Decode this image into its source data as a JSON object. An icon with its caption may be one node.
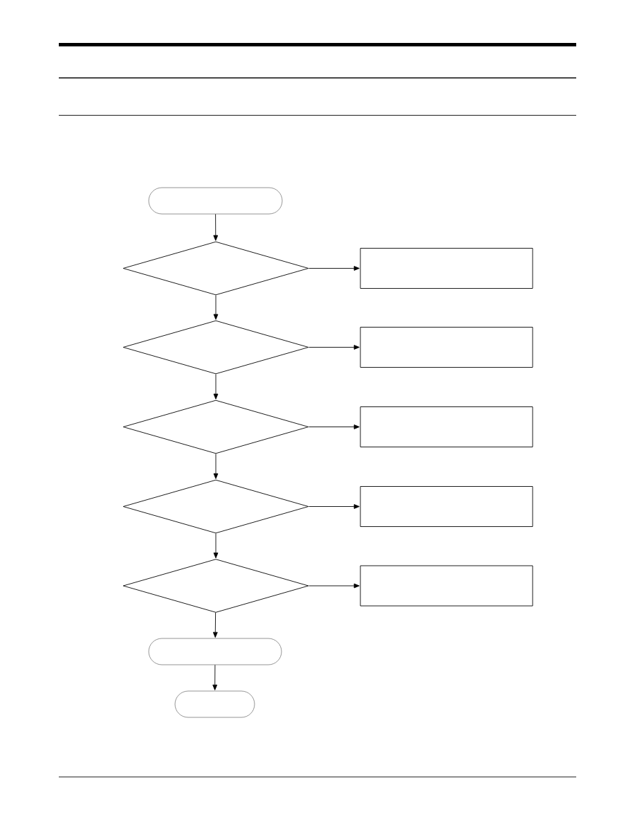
{
  "diagram": {
    "nodes": [
      {
        "text": [],
        "shape": "stadium"
      },
      {
        "text": [],
        "shape": "diamond"
      },
      {
        "text": [],
        "shape": "box"
      },
      {
        "text": [],
        "shape": "diamond"
      },
      {
        "text": [],
        "shape": "box"
      },
      {
        "text": [],
        "shape": "diamond"
      },
      {
        "text": [],
        "shape": "box"
      },
      {
        "text": [],
        "shape": "diamond"
      },
      {
        "text": [],
        "shape": "box"
      },
      {
        "text": [],
        "shape": "diamond"
      },
      {
        "text": [],
        "shape": "box"
      },
      {
        "text": [],
        "shape": "stadium"
      },
      {
        "text": [],
        "shape": "stadium"
      }
    ],
    "edges": [
      {
        "from": 0,
        "to": 1,
        "arrow": "to"
      },
      {
        "from": 1,
        "to": 2,
        "arrow": "to"
      },
      {
        "from": 1,
        "to": 3,
        "arrow": "to"
      },
      {
        "from": 3,
        "to": 4,
        "arrow": "to"
      },
      {
        "from": 3,
        "to": 5,
        "arrow": "to"
      },
      {
        "from": 5,
        "to": 6,
        "arrow": "to"
      },
      {
        "from": 5,
        "to": 7,
        "arrow": "to"
      },
      {
        "from": 7,
        "to": 8,
        "arrow": "to"
      },
      {
        "from": 7,
        "to": 9,
        "arrow": "to"
      },
      {
        "from": 9,
        "to": 10,
        "arrow": "to"
      },
      {
        "from": 9,
        "to": 11,
        "arrow": "to"
      },
      {
        "from": 11,
        "to": 12,
        "arrow": "to"
      }
    ]
  }
}
